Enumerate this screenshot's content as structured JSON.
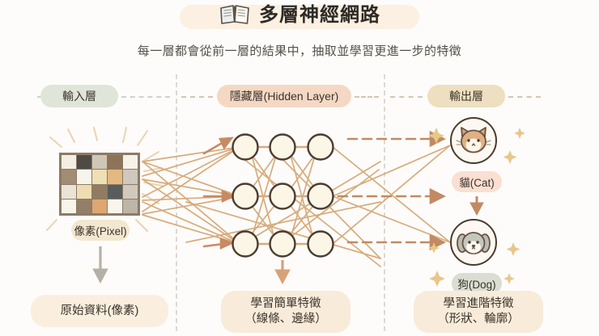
{
  "header": {
    "title": "多層神經網路",
    "subtitle": "每一層都會從前一層的結果中，抽取並學習更進一步的特徵",
    "book_icon": "open-book-icon",
    "title_highlight_color": "#fbf0e2"
  },
  "layers": [
    {
      "id": "input",
      "label": "輸入層",
      "pill_color": "#dfe5d8"
    },
    {
      "id": "hidden",
      "label": "隱藏層(Hidden Layer)",
      "pill_color": "#f5d8c4"
    },
    {
      "id": "output",
      "label": "輸出層",
      "pill_color": "#eddfbf"
    }
  ],
  "input": {
    "pixel_tag": "像素(Pixel)",
    "pixel_tag_color": "#f3e7cf",
    "grid": {
      "cols": 5,
      "rows": 4,
      "colors": [
        "#f4eee2",
        "#4f4a44",
        "#cfc7b6",
        "#8d7357",
        "#f6f2e8",
        "#a28c73",
        "#f7f4ec",
        "#efdfb4",
        "#e3b882",
        "#cec8bd",
        "#eae4d6",
        "#eeddb2",
        "#8f7c62",
        "#565d5c",
        "#d0cabe",
        "#f8f4ea",
        "#937f67",
        "#dea771",
        "#f8f5ed",
        "#bdb5a7"
      ]
    },
    "down_arrow_color": "#b6b1a6",
    "caption": {
      "line1": "原始資料(像素)",
      "line2": "",
      "box_color": "#faefdf"
    }
  },
  "hidden": {
    "node_count": 9,
    "node_cols": 3,
    "node_rows": 3,
    "node_fill": "#fbf6e6",
    "node_stroke": "#4b3b30",
    "connection_color": "#d6a775",
    "in_arrow_color": "#c98a63",
    "down_arrow_color": "#d8a278",
    "caption": {
      "line1": "學習簡單特徵",
      "line2": "（線條、邊緣）",
      "box_color": "#f8ebd9"
    }
  },
  "output": {
    "items": [
      {
        "id": "cat",
        "icon": "cat-face-icon",
        "label": "貓(Cat)",
        "tag_color": "#fadfd2"
      },
      {
        "id": "dog",
        "icon": "dog-face-icon",
        "label": "狗(Dog)",
        "tag_color": "#d9ddd2"
      }
    ],
    "arrow_color": "#c28a62",
    "sparkle_color": "#e8c789",
    "caption": {
      "line1": "學習進階特徵",
      "line2": "（形狀、輪廓）",
      "box_color": "#f8ebd9"
    }
  },
  "dividers": {
    "color": "#ddd8d2",
    "count": 2
  }
}
